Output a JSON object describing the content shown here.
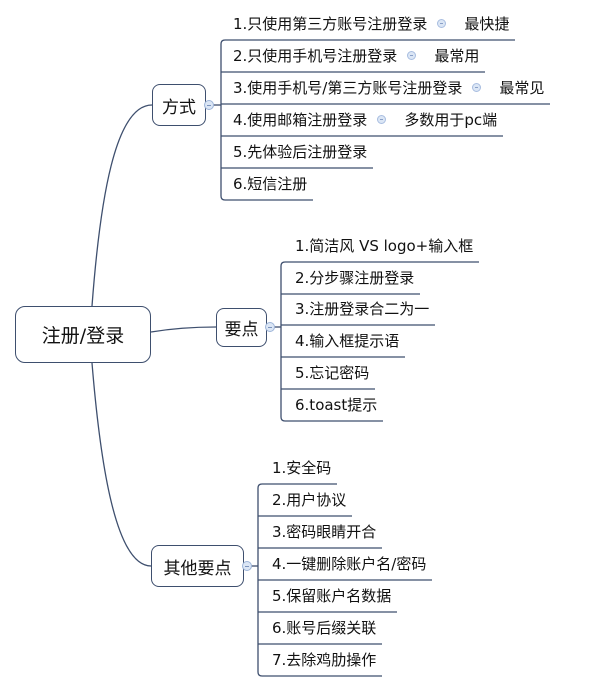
{
  "root": {
    "label": "注册/登录"
  },
  "branches": [
    {
      "label": "方式",
      "items": [
        {
          "text": "1.只使用第三方账号注册登录",
          "note": "最快捷"
        },
        {
          "text": "2.只使用手机号注册登录",
          "note": "最常用"
        },
        {
          "text": "3.使用手机号/第三方账号注册登录",
          "note": "最常见"
        },
        {
          "text": "4.使用邮箱注册登录",
          "note": "多数用于pc端"
        },
        {
          "text": "5.先体验后注册登录"
        },
        {
          "text": "6.短信注册"
        }
      ]
    },
    {
      "label": "要点",
      "items": [
        {
          "text": "1.简洁风 VS logo+输入框"
        },
        {
          "text": "2.分步骤注册登录"
        },
        {
          "text": "3.注册登录合二为一"
        },
        {
          "text": "4.输入框提示语"
        },
        {
          "text": "5.忘记密码"
        },
        {
          "text": "6.toast提示"
        }
      ]
    },
    {
      "label": "其他要点",
      "items": [
        {
          "text": "1.安全码"
        },
        {
          "text": "2.用户协议"
        },
        {
          "text": "3.密码眼睛开合"
        },
        {
          "text": "4.一键删除账户名/密码"
        },
        {
          "text": "5.保留账户名数据"
        },
        {
          "text": "6.账号后缀关联"
        },
        {
          "text": "7.去除鸡肋操作"
        }
      ]
    }
  ],
  "colors": {
    "line": "#3e4f6e",
    "collapse": "#dbe6f5"
  }
}
